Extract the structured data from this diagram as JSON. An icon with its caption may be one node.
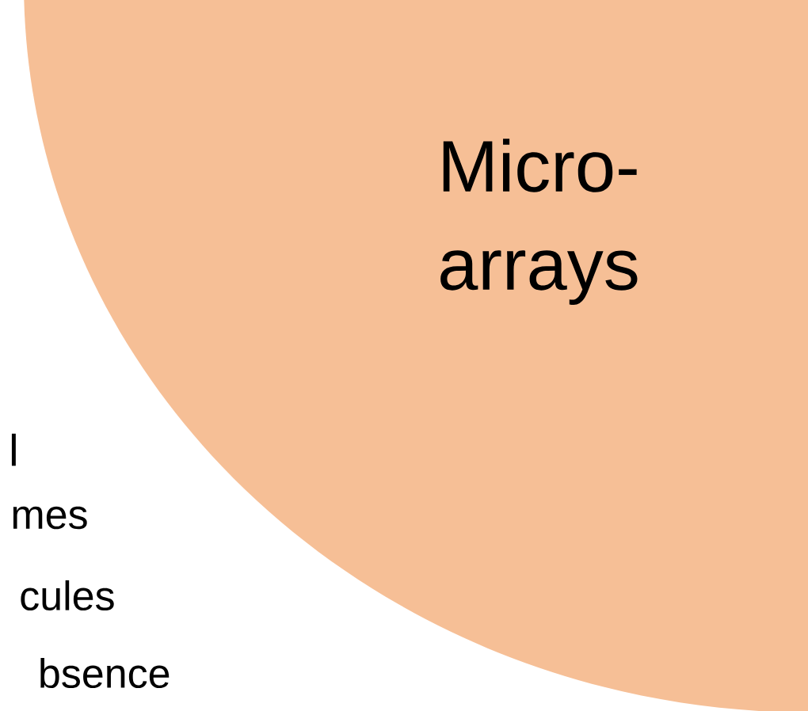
{
  "diagram": {
    "nodes": [
      {
        "text": [
          "Micro- arrays"
        ]
      }
    ],
    "labels": [
      "l",
      "mes",
      "cules",
      "bsence"
    ]
  }
}
